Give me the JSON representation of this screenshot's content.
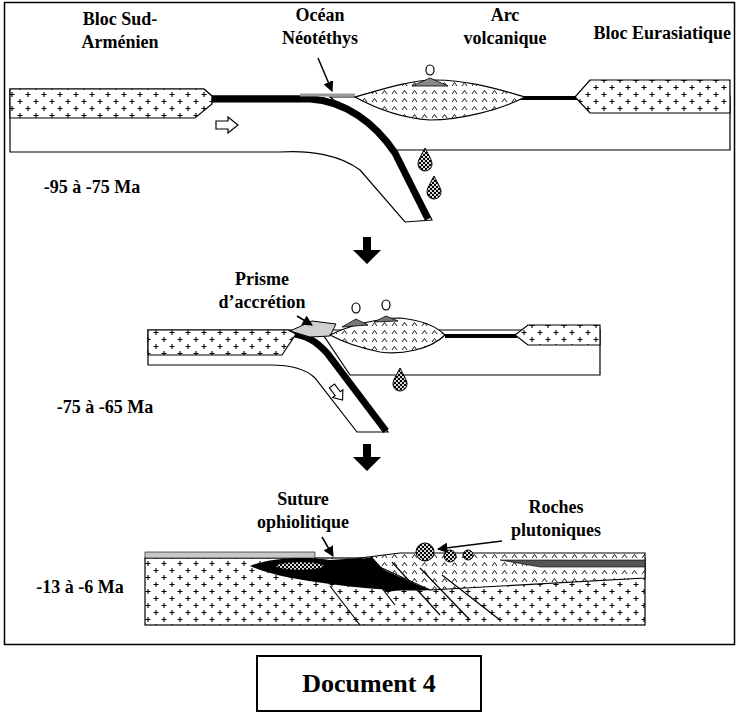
{
  "diagram": {
    "caption": "Document 4",
    "labels": [
      "Bloc Sud-Arménien",
      "Océan Néotéthys",
      "Arc volcanique",
      "Bloc Eurasiatique",
      "-95 à -75 Ma",
      "Prisme d’accrétion",
      "-75 à -65 Ma",
      "Suture ophiolitique",
      "Roches plutoniques",
      "-13 à -6 Ma"
    ]
  }
}
